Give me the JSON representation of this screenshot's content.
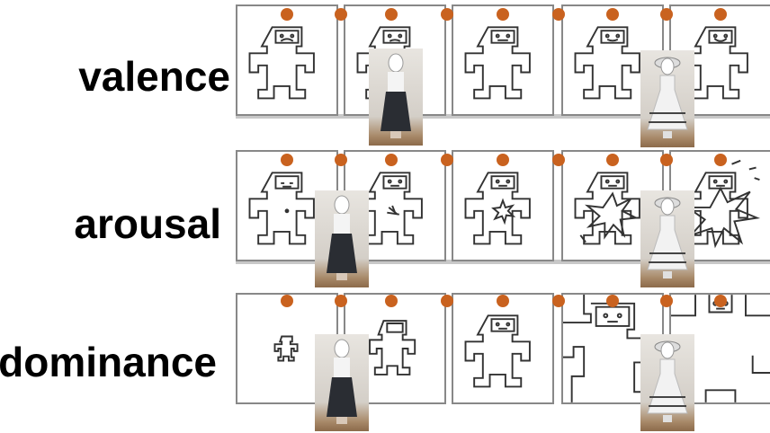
{
  "rows": [
    {
      "label": "valence"
    },
    {
      "label": "arousal"
    },
    {
      "label": "dominance"
    }
  ],
  "colors": {
    "dot": "#c9621f",
    "panel_border": "#888888",
    "figure_stroke": "#333333"
  },
  "photos": [
    {
      "dress": "dark-skirt"
    },
    {
      "dress": "white-dress"
    }
  ]
}
